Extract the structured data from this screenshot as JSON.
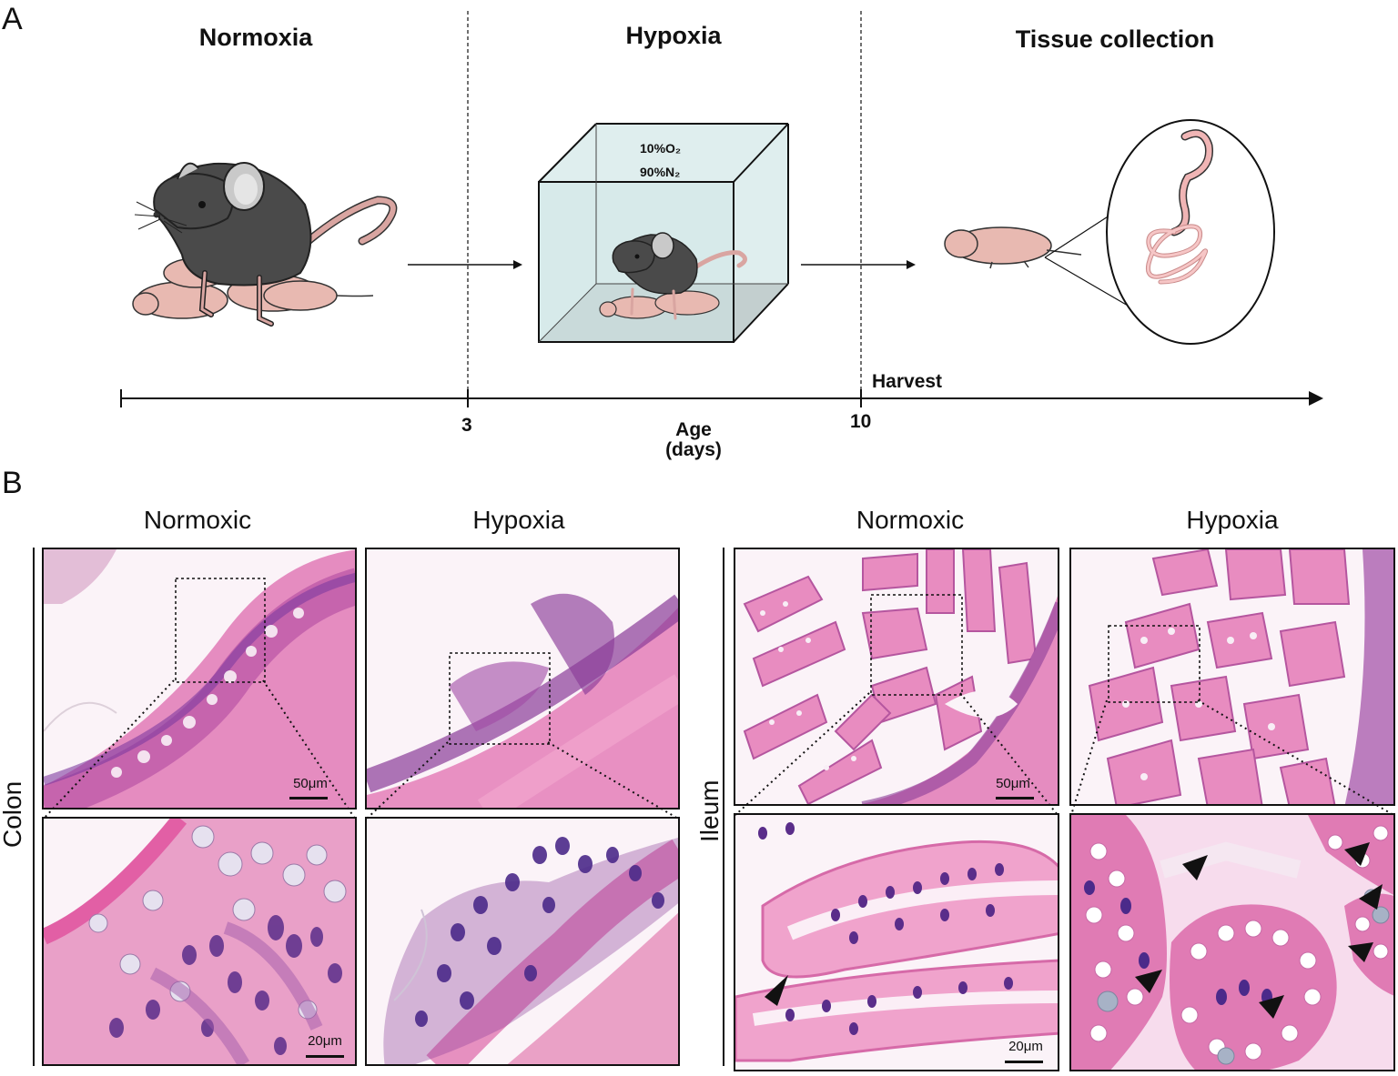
{
  "panelA": {
    "letter": "A",
    "phases": [
      "Normoxia",
      "Hypoxia",
      "Tissue collection"
    ],
    "chamber_gas": [
      "10%O₂",
      "90%N₂"
    ],
    "harvest_label": "Harvest",
    "ticks": [
      "3",
      "10"
    ],
    "axis_label_line1": "Age",
    "axis_label_line2": "(days)"
  },
  "panelB": {
    "letter": "B",
    "column_titles": [
      "Normoxic",
      "Hypoxia",
      "Normoxic",
      "Hypoxia"
    ],
    "row_titles": [
      "Colon",
      "Ileum"
    ],
    "scale_large": "50μm",
    "scale_small": "20μm",
    "colors": {
      "tissue_pink": "#e77ab0",
      "tissue_purple": "#8a3c98",
      "nuclei": "#4b2a8a",
      "goblet": "#f4eef6",
      "background": "#f7eef4"
    }
  }
}
